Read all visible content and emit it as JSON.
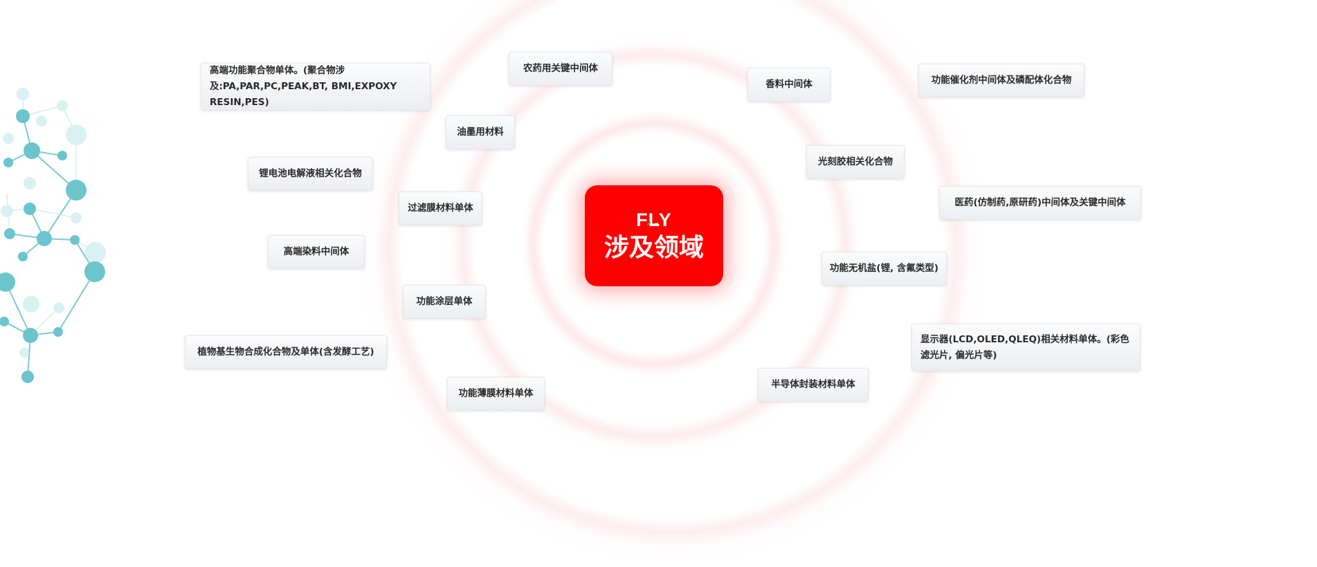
{
  "center": {
    "logo": "FLY",
    "title": "涉及领域"
  },
  "colors": {
    "center_red": "#ff0000",
    "logo_accent": "#3cb043",
    "molecule": "#6cc4cc"
  },
  "icons": {
    "decoration": "molecule-network-icon",
    "logo_mark": "leaf-check-icon"
  },
  "tags": [
    {
      "key": "polymer-monomer",
      "text": "高端功能聚合物单体。(聚合物涉及:PA,PAR,PC,PEAK,BT, BMI,EXPOXY RESIN,PES)"
    },
    {
      "key": "pesticide-intermediate",
      "text": "农药用关键中间体"
    },
    {
      "key": "fragrance-intermediate",
      "text": "香料中间体"
    },
    {
      "key": "catalyst-intermediate",
      "text": "功能催化剂中间体及磷配体化合物"
    },
    {
      "key": "ink-material",
      "text": "油墨用材料"
    },
    {
      "key": "photoresist-compound",
      "text": "光刻胶相关化合物"
    },
    {
      "key": "lithium-electrolyte",
      "text": "锂电池电解液相关化合物"
    },
    {
      "key": "filter-membrane-monomer",
      "text": "过滤膜材料单体"
    },
    {
      "key": "pharma-intermediate",
      "text": "医药(仿制药,原研药)中间体及关键中间体"
    },
    {
      "key": "dye-intermediate",
      "text": "高端染料中间体"
    },
    {
      "key": "inorganic-salt",
      "text": "功能无机盐(锂, 含氟类型)"
    },
    {
      "key": "coating-monomer",
      "text": "功能涂层单体"
    },
    {
      "key": "display-monomer",
      "text": "显示器(LCD,OLED,QLEQ)相关材料单体。(彩色滤光片, 偏光片等)"
    },
    {
      "key": "plant-biosynthesis",
      "text": "植物基生物合成化合物及单体(含发酵工艺)"
    },
    {
      "key": "semiconductor-packaging",
      "text": "半导体封装材料单体"
    },
    {
      "key": "thin-film-monomer",
      "text": "功能薄膜材料单体"
    }
  ]
}
